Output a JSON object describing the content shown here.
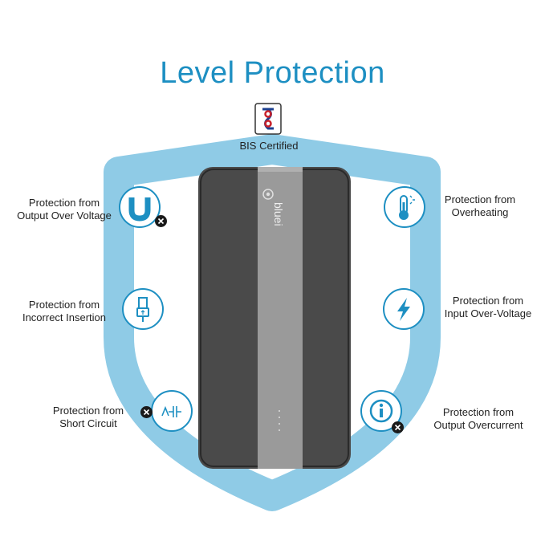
{
  "title": "Level Protection",
  "certification": {
    "label": "BIS Certified",
    "icon": "bis-logo-icon"
  },
  "device": {
    "brand": "bluei"
  },
  "features": {
    "left_top": {
      "line1": "Protection from",
      "line2": "Output Over Voltage",
      "icon": "u-voltage-icon"
    },
    "left_mid": {
      "line1": "Protection from",
      "line2": "Incorrect Insertion",
      "icon": "usb-plug-icon"
    },
    "left_bottom": {
      "line1": "Protection from",
      "line2": "Short Circuit",
      "icon": "circuit-icon"
    },
    "right_top": {
      "line1": "Protection from",
      "line2": "Overheating",
      "icon": "thermometer-icon"
    },
    "right_mid": {
      "line1": "Protection from",
      "line2": "Input Over-Voltage",
      "icon": "lightning-icon"
    },
    "right_bottom": {
      "line1": "Protection from",
      "line2": "Output Overcurrent",
      "icon": "info-icon"
    }
  },
  "colors": {
    "accent": "#1d8fc2",
    "shield": "#8fcbe6",
    "device": "#4a4a4a",
    "stripe": "#9a9a9a"
  }
}
